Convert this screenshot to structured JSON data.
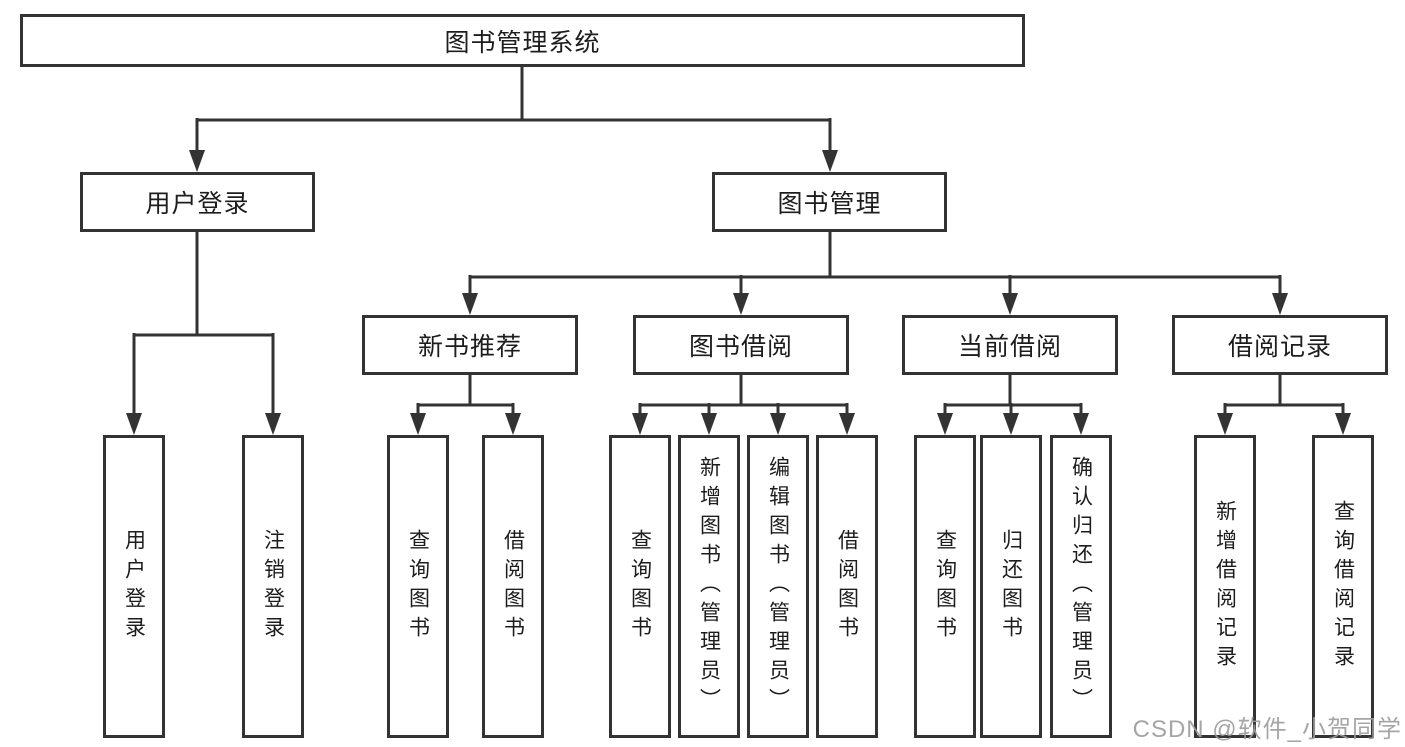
{
  "diagram": {
    "title": "图书管理系统",
    "tree": {
      "root": "图书管理系统",
      "level2": [
        "用户登录",
        "图书管理"
      ],
      "level3": [
        "新书推荐",
        "图书借阅",
        "当前借阅",
        "借阅记录"
      ],
      "leaves": [
        "用户登录",
        "注销登录",
        "查询图书",
        "借阅图书",
        "查询图书",
        "新增图书（管理员）",
        "编辑图书（管理员）",
        "借阅图书",
        "查询图书",
        "归还图书",
        "确认归还（管理员）",
        "新增借阅记录",
        "查询借阅记录"
      ]
    },
    "colors": {
      "line": "#333333",
      "box_border": "#333333",
      "background": "#ffffff",
      "text": "#1d1d1d",
      "watermark": "#9c9c9c"
    }
  },
  "watermark": "CSDN @软件_小贺同学"
}
